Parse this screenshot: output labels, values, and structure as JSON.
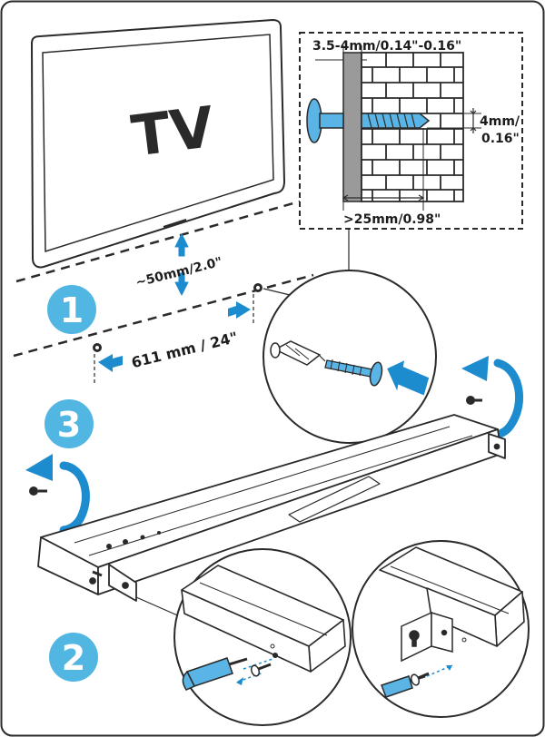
{
  "tv": {
    "label": "TV"
  },
  "detail": {
    "thickness": "3.5-4mm/0.14\"-0.16\"",
    "diameter_line1": "4mm/",
    "diameter_line2": "0.16\"",
    "depth": ">25mm/0.98\""
  },
  "distances": {
    "gap": "~50mm/2.0\"",
    "span": "611 mm / 24\""
  },
  "steps": {
    "one": "1",
    "two": "2",
    "three": "3"
  },
  "colors": {
    "accent": "#1d8ccf",
    "step_circle": "#52b6e3",
    "outline": "#2a2a2a",
    "brick": "#ffffff"
  },
  "icons": [
    "rotate-arrow-icon",
    "push-arrow-icon",
    "screwdriver-icon",
    "screw-icon",
    "wall-plug-icon",
    "keyhole-bracket-icon"
  ]
}
